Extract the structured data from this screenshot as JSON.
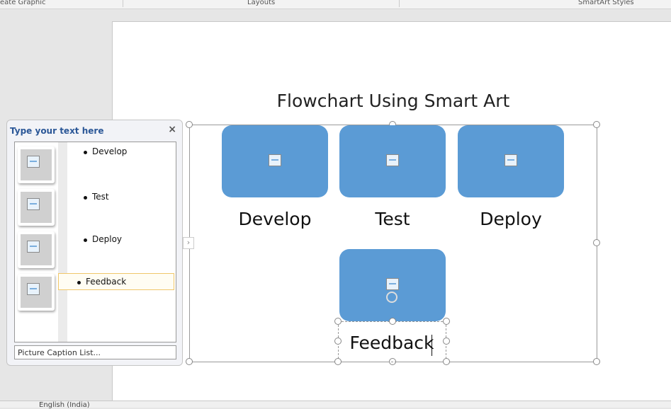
{
  "ribbon": {
    "groups": [
      "eate Graphic",
      "Layouts",
      "SmartArt Styles"
    ]
  },
  "document": {
    "title": "Flowchart Using Smart Art"
  },
  "smartart": {
    "items": [
      {
        "label": "Develop"
      },
      {
        "label": "Test"
      },
      {
        "label": "Deploy"
      },
      {
        "label": "Feedback"
      }
    ],
    "fill_color": "#5b9bd5"
  },
  "text_pane": {
    "title": "Type your text here",
    "close": "×",
    "items": [
      "Develop",
      "Test",
      "Deploy",
      "Feedback"
    ],
    "footer": "Picture Caption List..."
  },
  "status": {
    "language": "English (India)"
  }
}
